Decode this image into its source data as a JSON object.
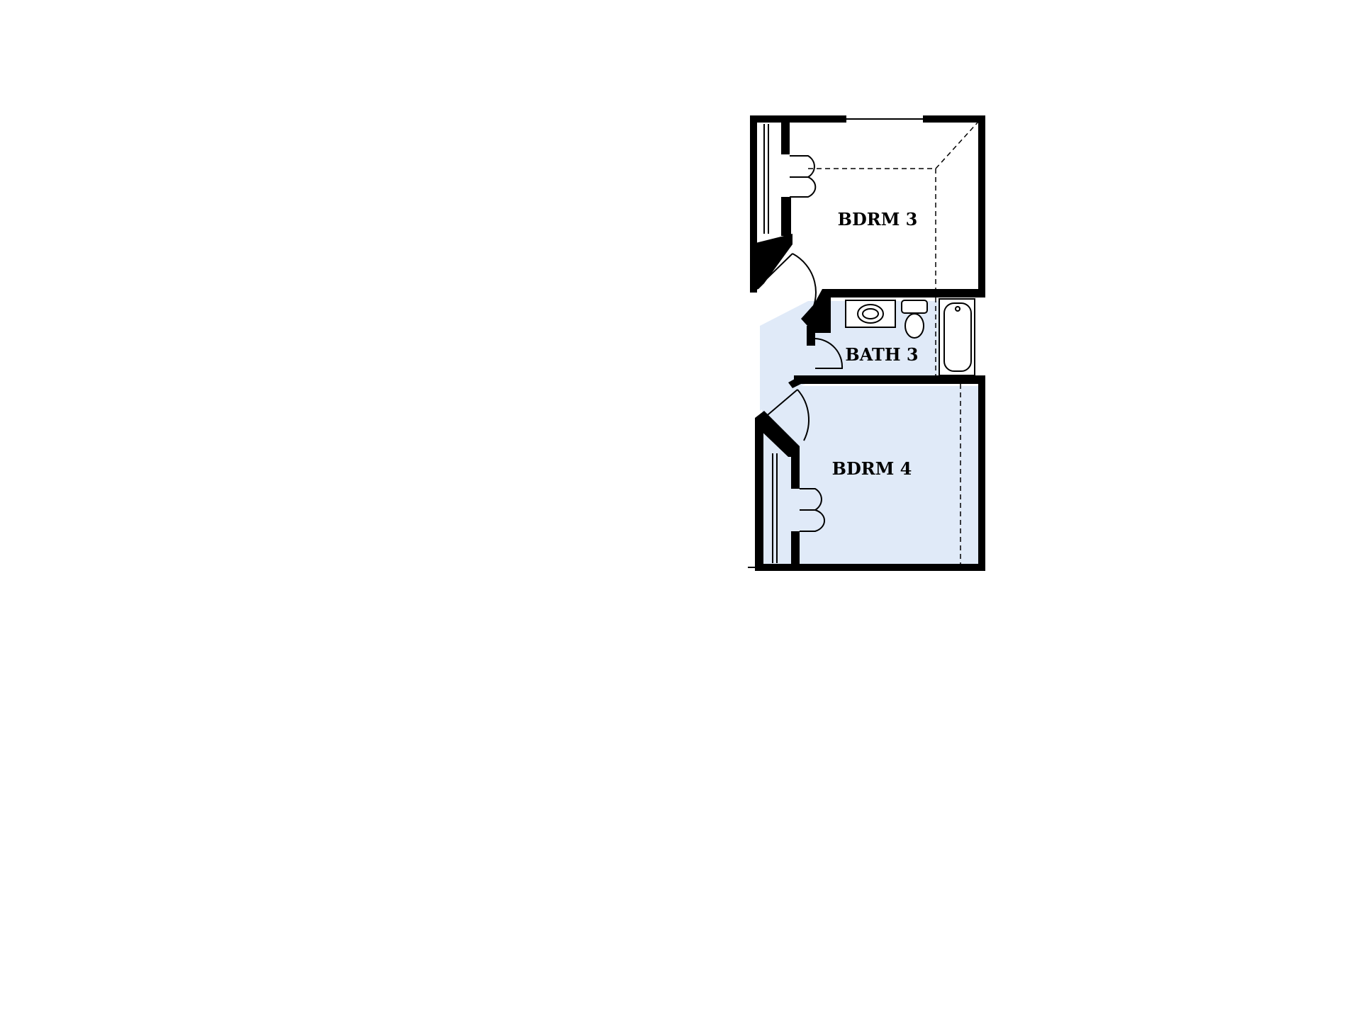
{
  "rooms": {
    "bdrm3": {
      "label": "BDRM 3"
    },
    "bath3": {
      "label": "BATH 3"
    },
    "bdrm4": {
      "label": "BDRM 4"
    }
  },
  "colors": {
    "highlight_fill": "#e0eaf8",
    "wall": "#000000",
    "background": "#ffffff"
  }
}
